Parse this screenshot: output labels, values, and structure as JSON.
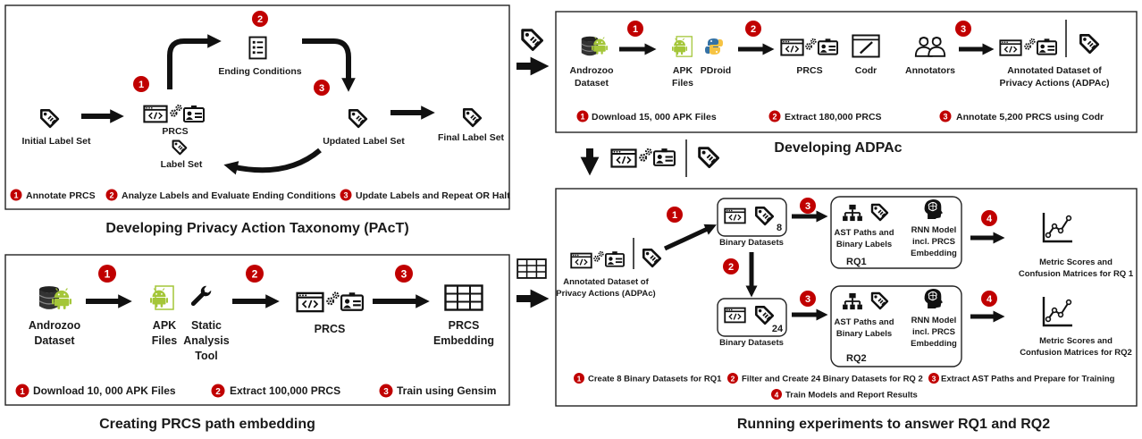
{
  "colors": {
    "badge": "#c00000",
    "arrow": "#111111",
    "android": "#a4c639",
    "border": "#222222"
  },
  "pact": {
    "title": "Developing Privacy Action Taxonomy (PAcT)",
    "initial_label_set": "Initial Label Set",
    "prcs": "PRCS",
    "label_set": "Label Set",
    "ending_conditions": "Ending Conditions",
    "updated_label_set": "Updated Label Set",
    "final_label_set": "Final Label Set",
    "step1": "Annotate PRCS",
    "step2": "Analyze Labels and Evaluate Ending Conditions",
    "step3": "Update Labels and Repeat OR Halt"
  },
  "embedding": {
    "title": "Creating PRCS path  embedding",
    "androzoo": [
      "Androzoo",
      "Dataset"
    ],
    "apk": [
      "APK",
      "Files"
    ],
    "tool": [
      "Static",
      "Analysis",
      "Tool"
    ],
    "prcs": "PRCS",
    "prcs_embedding": [
      "PRCS",
      "Embedding"
    ],
    "step1": "Download 10, 000 APK Files",
    "step2": "Extract  100,000 PRCS",
    "step3": "Train using Gensim"
  },
  "adpac": {
    "title": "Developing ADPAc",
    "androzoo": [
      "Androzoo",
      "Dataset"
    ],
    "apk": [
      "APK",
      "Files"
    ],
    "pdroid": "PDroid",
    "prcs": "PRCS",
    "codr": "Codr",
    "annotators": "Annotators",
    "dataset": [
      "Annotated Dataset of",
      "Privacy Actions (ADPAc)"
    ],
    "step1": "Download 15, 000 APK Files",
    "step2": "Extract  180,000 PRCS",
    "step3": "Annotate 5,200 PRCS using Codr"
  },
  "experiments": {
    "title": "Running experiments to answer RQ1 and RQ2",
    "input": [
      "Annotated Dataset of",
      "Privacy Actions (ADPAc)"
    ],
    "binary_datasets": "Binary Datasets",
    "count1": "8",
    "count2": "24",
    "ast": [
      "AST Paths and",
      "Binary Labels"
    ],
    "rnn": [
      "RNN Model",
      "incl. PRCS",
      "Embedding"
    ],
    "rq1": "RQ1",
    "rq2": "RQ2",
    "metrics1": [
      "Metric Scores and",
      "Confusion Matrices for RQ 1"
    ],
    "metrics2": [
      "Metric Scores and",
      "Confusion Matrices for RQ2"
    ],
    "step1": "Create 8 Binary Datasets for RQ1",
    "step2": "Filter and Create 24 Binary Datasets for RQ 2",
    "step3": "Extract AST Paths  and Prepare for Training",
    "step4": "Train Models and Report Results"
  },
  "badges": [
    "1",
    "2",
    "3",
    "4"
  ]
}
